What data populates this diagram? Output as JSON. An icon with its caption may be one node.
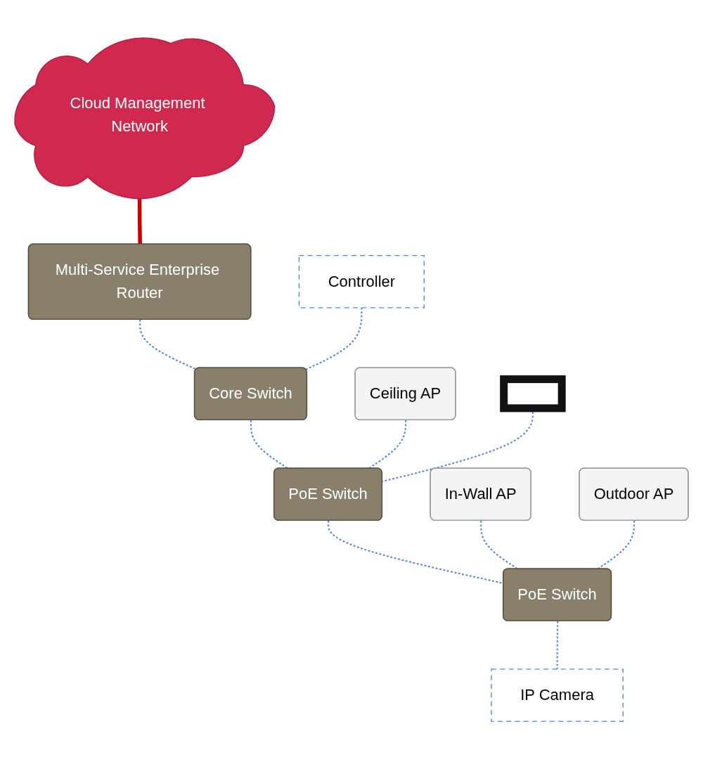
{
  "diagram": {
    "nodes": [
      {
        "text": [
          "Cloud Management Network"
        ]
      },
      {
        "text": [
          "Multi-Service Enterprise Router"
        ]
      },
      {
        "text": [
          "Controller"
        ]
      },
      {
        "text": [
          "Core Switch"
        ]
      },
      {
        "text": [
          "Ceiling AP"
        ]
      },
      {
        "text": [],
        "shape": "box"
      },
      {
        "text": [
          "PoE Switch"
        ]
      },
      {
        "text": [
          "In-Wall AP"
        ]
      },
      {
        "text": [
          "Outdoor AP"
        ]
      },
      {
        "text": [
          "PoE Switch"
        ]
      },
      {
        "text": [
          "IP Camera"
        ]
      }
    ],
    "edges": [
      {
        "from": 0,
        "to": 1,
        "arrow": "none",
        "style": "thick",
        "color": "#cc0000"
      },
      {
        "from": 1,
        "to": 3,
        "arrow": "none",
        "style": "dashed"
      },
      {
        "from": 2,
        "to": 3,
        "arrow": "none",
        "style": "dashed"
      },
      {
        "from": 3,
        "to": 6,
        "arrow": "none",
        "style": "dashed"
      },
      {
        "from": 4,
        "to": 6,
        "arrow": "none",
        "style": "dashed"
      },
      {
        "from": 5,
        "to": 6,
        "arrow": "none",
        "style": "dashed"
      },
      {
        "from": 6,
        "to": 9,
        "arrow": "none",
        "style": "dashed"
      },
      {
        "from": 7,
        "to": 9,
        "arrow": "none",
        "style": "dashed"
      },
      {
        "from": 8,
        "to": 9,
        "arrow": "none",
        "style": "dashed"
      },
      {
        "from": 9,
        "to": 10,
        "arrow": "none",
        "style": "dashed"
      }
    ]
  }
}
